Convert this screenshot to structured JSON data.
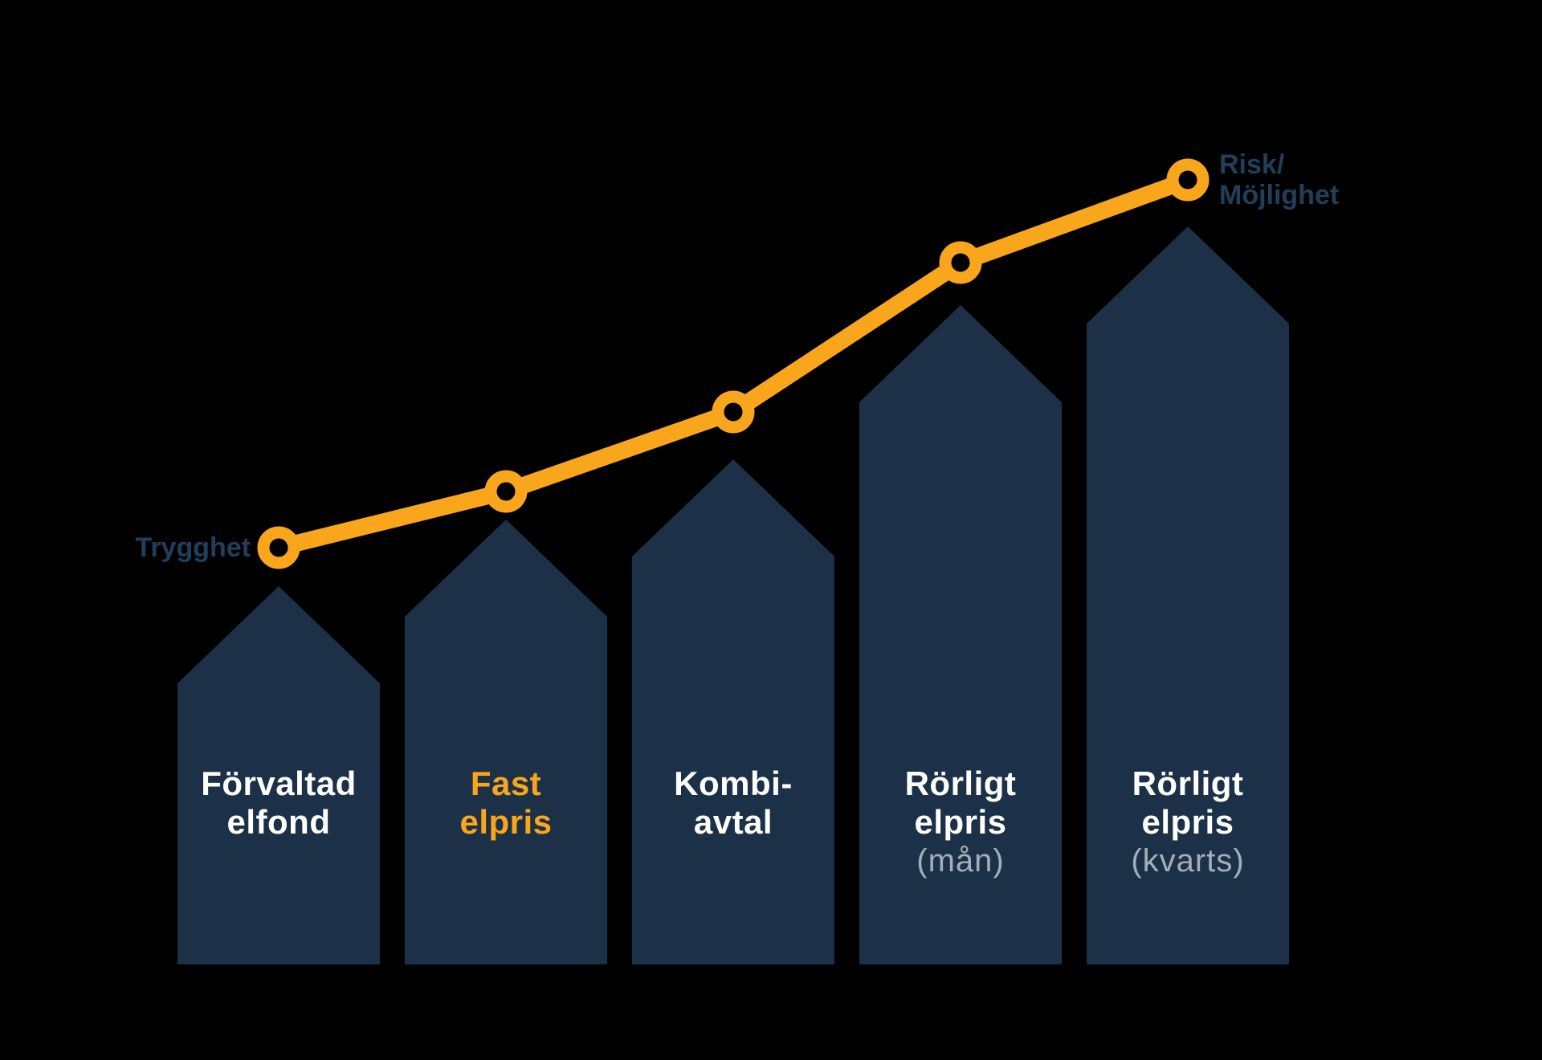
{
  "colors": {
    "background": "#000000",
    "bar": "#1C3147",
    "accent": "#F9A61C",
    "label_white": "#FFFFFF",
    "label_muted": "#A3AEB8",
    "annotation": "#223E5A"
  },
  "annotations": {
    "left_label": "Trygghet",
    "right_label_line1": "Risk/",
    "right_label_line2": "Möjlighet"
  },
  "bars": [
    {
      "line1": "Förvaltad",
      "line2": "elfond",
      "line3": "",
      "highlight": false
    },
    {
      "line1": "Fast",
      "line2": "elpris",
      "line3": "",
      "highlight": true
    },
    {
      "line1": "Kombi-",
      "line2": "avtal",
      "line3": "",
      "highlight": false
    },
    {
      "line1": "Rörligt",
      "line2": "elpris",
      "line3": "(mån)",
      "highlight": false
    },
    {
      "line1": "Rörligt",
      "line2": "elpris",
      "line3": "(kvarts)",
      "highlight": false
    }
  ],
  "chart_data": {
    "type": "bar",
    "subtype": "bar-with-line-overlay",
    "title": "",
    "categories": [
      "Förvaltad elfond",
      "Fast elpris",
      "Kombi-avtal",
      "Rörligt elpris (mån)",
      "Rörligt elpris (kvarts)"
    ],
    "series": [
      {
        "name": "bar-height-relative",
        "values": [
          0.39,
          0.46,
          0.52,
          0.68,
          0.77
        ]
      },
      {
        "name": "line-height-relative",
        "values": [
          0.43,
          0.49,
          0.57,
          0.73,
          0.81
        ]
      }
    ],
    "ylim": [
      0,
      1
    ],
    "grid": false,
    "legend_position": "none",
    "axis_annotation_left": "Trygghet",
    "axis_annotation_right": "Risk/Möjlighet",
    "highlighted_category": "Fast elpris",
    "bar_shape": "pentagon-arrow-up",
    "marker_shape": "ring"
  }
}
